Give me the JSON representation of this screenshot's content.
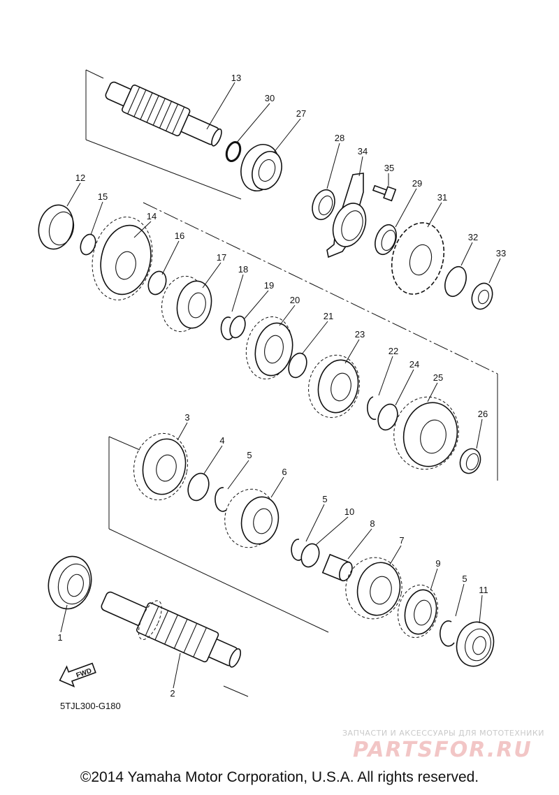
{
  "labels": {
    "p1": "1",
    "p2": "2",
    "p3": "3",
    "p4": "4",
    "p5a": "5",
    "p5b": "5",
    "p5c": "5",
    "p6": "6",
    "p7": "7",
    "p8": "8",
    "p9": "9",
    "p10": "10",
    "p11": "11",
    "p12": "12",
    "p13": "13",
    "p14": "14",
    "p15": "15",
    "p16": "16",
    "p17": "17",
    "p18": "18",
    "p19": "19",
    "p20": "20",
    "p21": "21",
    "p22": "22",
    "p23": "23",
    "p24": "24",
    "p25": "25",
    "p26": "26",
    "p27": "27",
    "p28": "28",
    "p29": "29",
    "p30": "30",
    "p31": "31",
    "p32": "32",
    "p33": "33",
    "p34": "34",
    "p35": "35"
  },
  "fwd_arrow": "FWD",
  "diagram_code": "5TJL300-G180",
  "watermark": {
    "subtitle": "ЗАПЧАСТИ И АКСЕССУАРЫ ДЛЯ МОТОТЕХНИКИ",
    "logo": "PARTSFOR.RU"
  },
  "copyright": "©2014 Yamaha Motor Corporation, U.S.A. All rights reserved."
}
